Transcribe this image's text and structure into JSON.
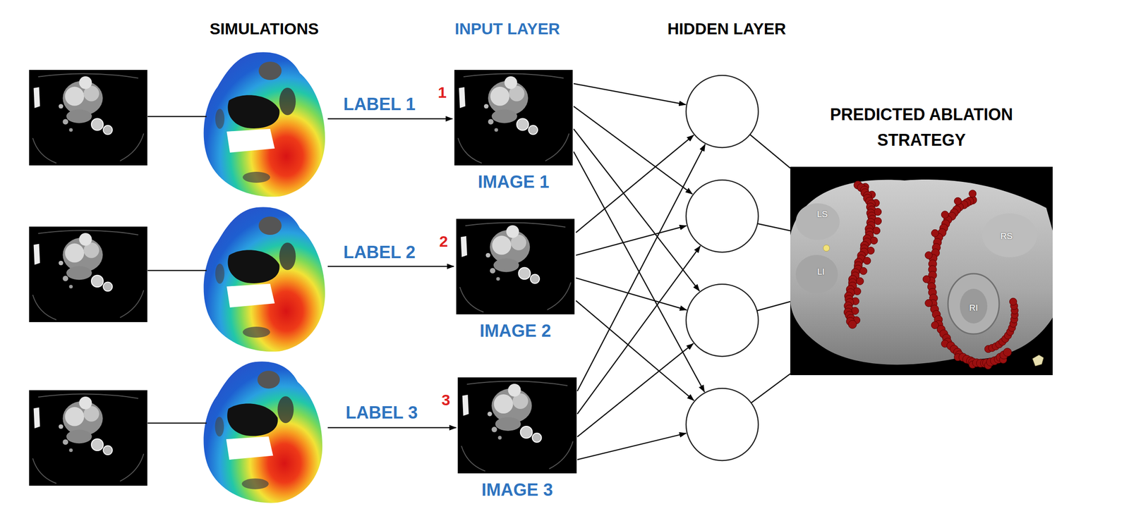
{
  "diagram": {
    "nodes": [
      {
        "text": [
          "1",
          "IMAGE 1"
        ]
      },
      {
        "text": [
          "2",
          "IMAGE 2"
        ]
      },
      {
        "text": [
          "3",
          "IMAGE 3"
        ]
      },
      {
        "text": [
          "PREDICTED ABLATION STRATEGY"
        ]
      }
    ],
    "labels": [
      "SIMULATIONS",
      "INPUT LAYER",
      "HIDDEN LAYER",
      "LABEL 1",
      "LABEL 2",
      "LABEL 3",
      "LS",
      "LI",
      "RS",
      "RI"
    ]
  }
}
